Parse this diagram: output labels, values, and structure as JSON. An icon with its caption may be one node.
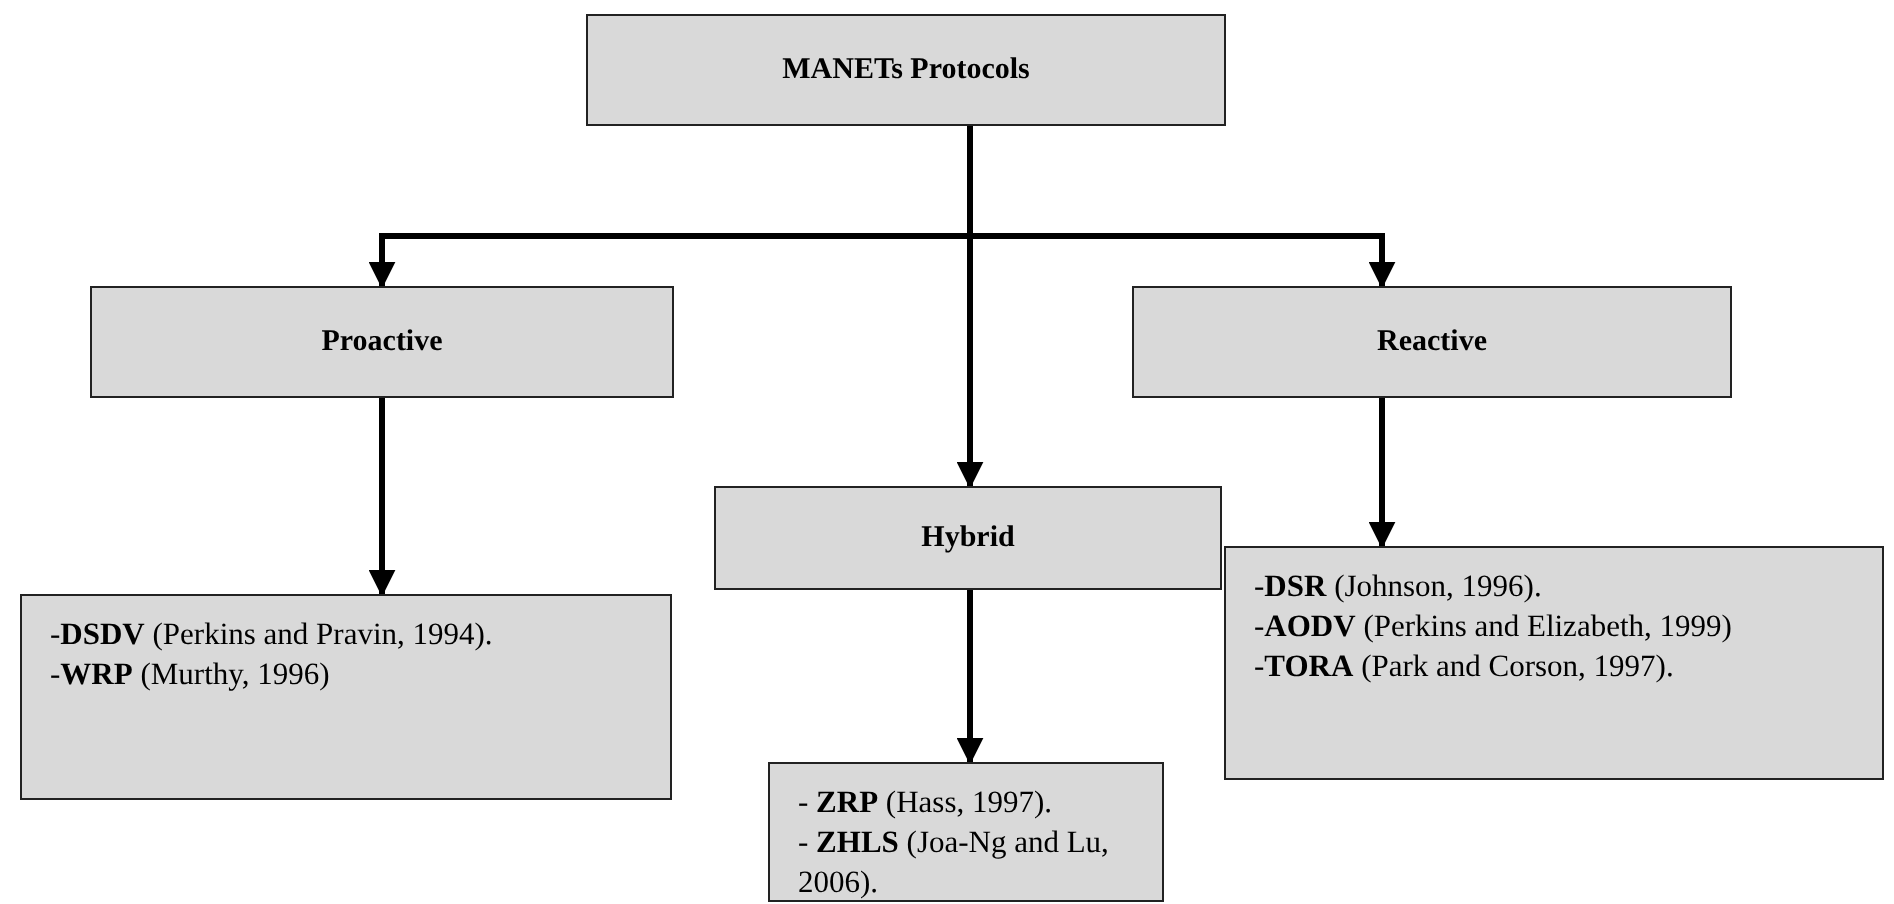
{
  "diagram": {
    "nodes": [
      {
        "text": [
          "MANETs Protocols"
        ]
      },
      {
        "text": [
          "Proactive"
        ]
      },
      {
        "text": [
          "Hybrid"
        ]
      },
      {
        "text": [
          "Reactive"
        ]
      },
      {
        "text": [
          "-**DSDV** (Perkins and Pravin, 1994).",
          "-**WRP** (Murthy, 1996)"
        ]
      },
      {
        "text": [
          "- **ZRP** (Hass, 1997).",
          "- **ZHLS** (Joa-Ng and Lu, 2006)."
        ]
      },
      {
        "text": [
          "-**DSR** (Johnson, 1996).",
          "-**AODV** (Perkins and Elizabeth, 1999)",
          "-**TORA** (Park and Corson, 1997)."
        ]
      }
    ],
    "edges": [
      {
        "from": 0,
        "to": 1,
        "arrow": "to"
      },
      {
        "from": 0,
        "to": 2,
        "arrow": "to"
      },
      {
        "from": 0,
        "to": 3,
        "arrow": "to"
      },
      {
        "from": 1,
        "to": 4,
        "arrow": "to"
      },
      {
        "from": 2,
        "to": 5,
        "arrow": "to"
      },
      {
        "from": 3,
        "to": 6,
        "arrow": "to"
      }
    ]
  }
}
